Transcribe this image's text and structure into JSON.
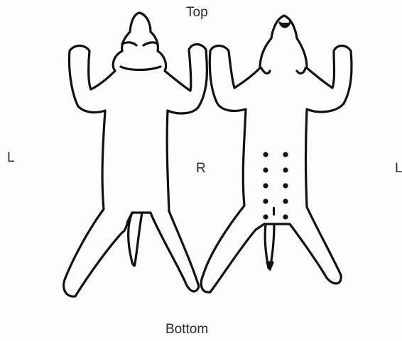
{
  "labels": {
    "top": "Top",
    "bottom": "Bottom",
    "left": "L",
    "center": "R",
    "right": "L"
  },
  "colors": {
    "ink": "#111111",
    "paper": "#fdfdfd"
  }
}
